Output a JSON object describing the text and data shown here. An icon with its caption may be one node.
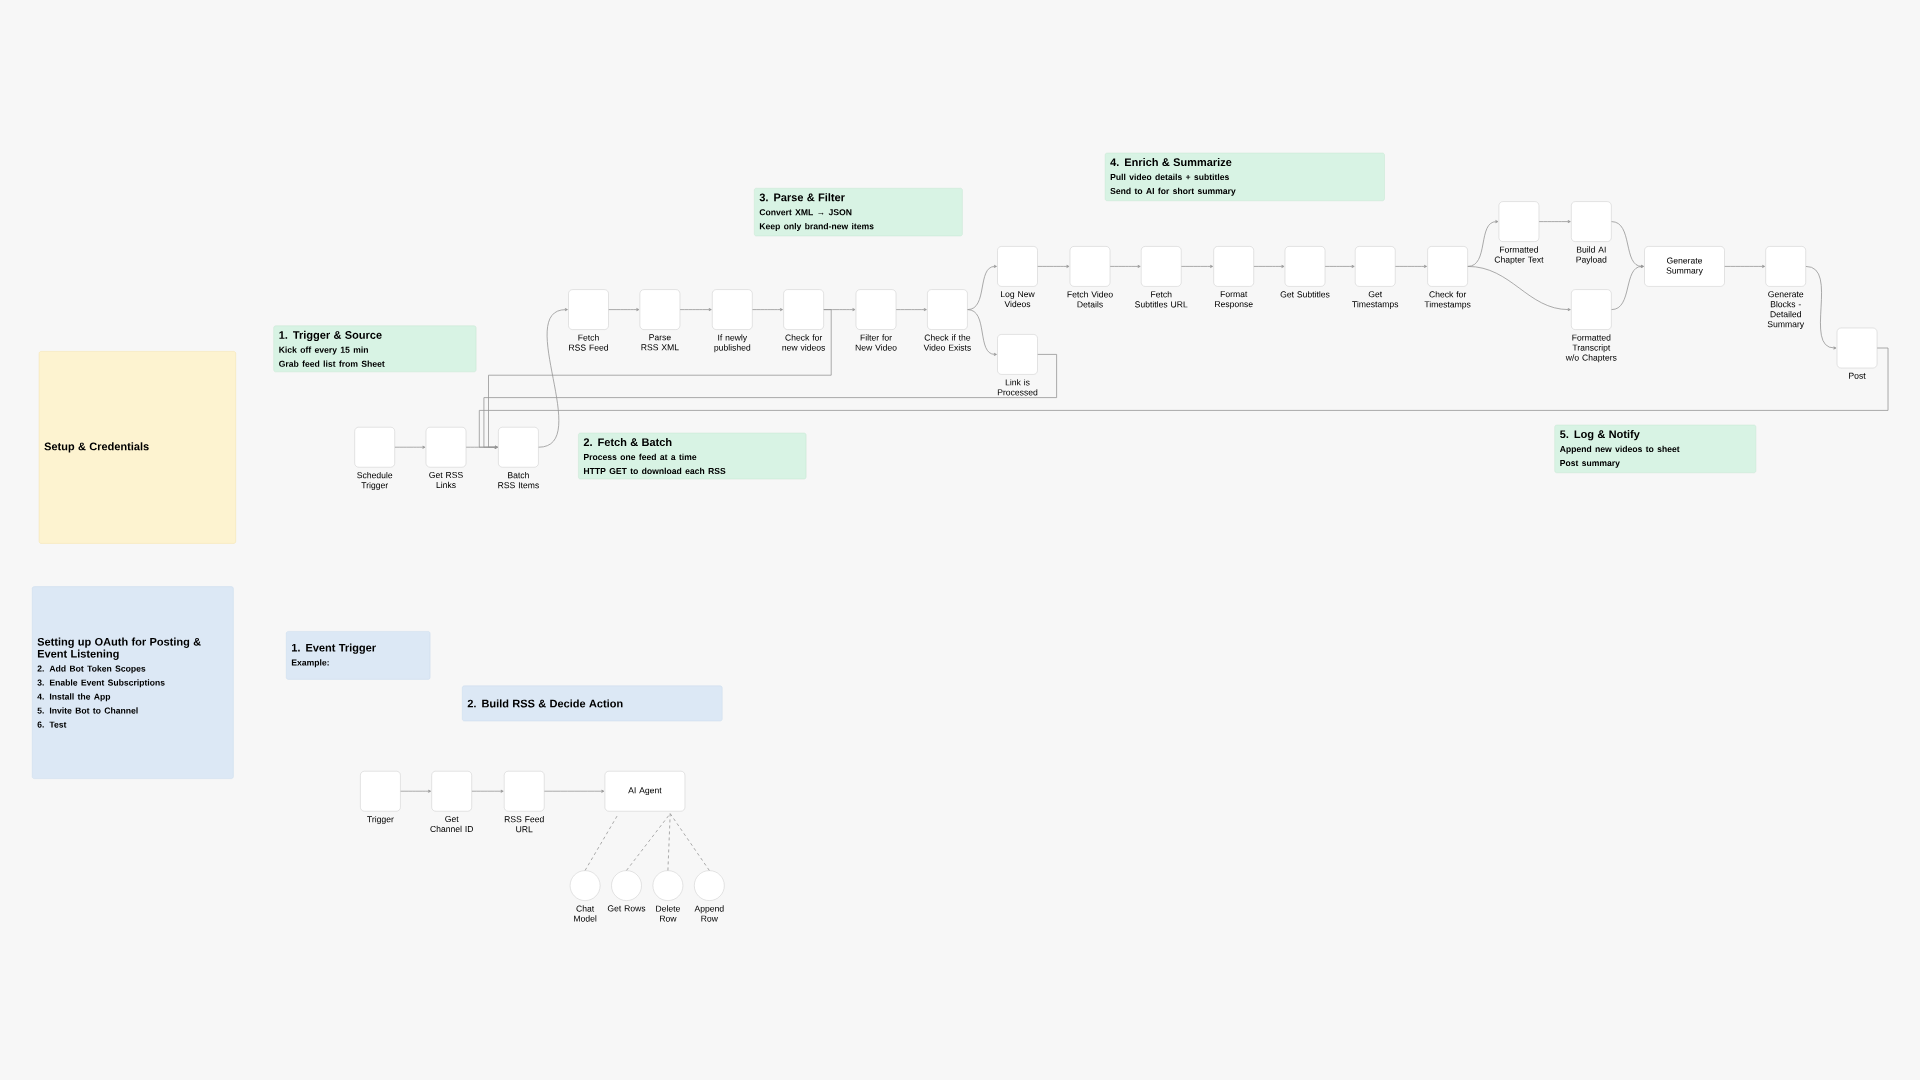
{
  "diagram": {
    "nodes": [
      {
        "text": [
          "Setup & Credentials"
        ]
      },
      {
        "text": [
          "Setting up OAuth for Posting & Event Listening",
          "2. Add Bot Token Scopes",
          "3. Enable Event Subscriptions",
          "4. Install the App",
          "5. Invite Bot to Channel",
          "6. Test"
        ]
      },
      {
        "text": [
          "1. Trigger & Source",
          "Kick off every 15 min",
          "Grab feed list from Sheet"
        ]
      },
      {
        "text": [
          "2. Fetch & Batch",
          "Process one feed at a time",
          "HTTP GET to download each RSS"
        ]
      },
      {
        "text": [
          "3. Parse & Filter",
          "Convert XML → JSON",
          "Keep only brand-new items"
        ]
      },
      {
        "text": [
          "4. Enrich & Summarize",
          "Pull video details + subtitles",
          "Send to AI for short summary"
        ]
      },
      {
        "text": [
          "5. Log & Notify",
          "Append new videos to sheet",
          "Post summary"
        ]
      },
      {
        "text": [
          "1. Event Trigger",
          "Example:"
        ]
      },
      {
        "text": [
          "2. Build RSS & Decide Action"
        ]
      },
      {
        "text": [
          "Schedule Trigger"
        ]
      },
      {
        "text": [
          "Get RSS Links"
        ]
      },
      {
        "text": [
          "Batch RSS Items"
        ]
      },
      {
        "text": [
          "Fetch RSS Feed"
        ]
      },
      {
        "text": [
          "Parse RSS XML"
        ]
      },
      {
        "text": [
          "If newly published"
        ]
      },
      {
        "text": [
          "Check for new videos"
        ]
      },
      {
        "text": [
          "Filter for New Video"
        ]
      },
      {
        "text": [
          "Check if the Video Exists"
        ]
      },
      {
        "text": [
          "Log New Videos"
        ]
      },
      {
        "text": [
          "Link is Processed"
        ]
      },
      {
        "text": [
          "Fetch Video Details"
        ]
      },
      {
        "text": [
          "Fetch Subtitles URL"
        ]
      },
      {
        "text": [
          "Format Response"
        ]
      },
      {
        "text": [
          "Get Subtitles"
        ]
      },
      {
        "text": [
          "Get Timestamps"
        ]
      },
      {
        "text": [
          "Check for Timestamps"
        ]
      },
      {
        "text": [
          "Formatted Chapter Text"
        ]
      },
      {
        "text": [
          "Build AI Payload"
        ]
      },
      {
        "text": [
          "Formatted Transcript w/o Chapters"
        ]
      },
      {
        "text": [
          "Generate Summary"
        ]
      },
      {
        "text": [
          "Generate Blocks - Detailed Summary"
        ]
      },
      {
        "text": [
          "Post"
        ]
      },
      {
        "text": [
          "Trigger"
        ]
      },
      {
        "text": [
          "Get Channel ID"
        ]
      },
      {
        "text": [
          "RSS Feed URL"
        ]
      },
      {
        "text": [
          "AI Agent"
        ]
      },
      {
        "text": [
          "Chat Model"
        ]
      },
      {
        "text": [
          "Get Rows"
        ]
      },
      {
        "text": [
          "Delete Row"
        ]
      },
      {
        "text": [
          "Append Row"
        ]
      }
    ],
    "edges": [
      {
        "from": 9,
        "to": 10,
        "arrow": "to"
      },
      {
        "from": 10,
        "to": 11,
        "arrow": "to"
      },
      {
        "from": 11,
        "to": 12,
        "arrow": "to"
      },
      {
        "from": 12,
        "to": 13,
        "arrow": "to"
      },
      {
        "from": 13,
        "to": 14,
        "arrow": "to"
      },
      {
        "from": 14,
        "to": 15,
        "arrow": "to"
      },
      {
        "from": 15,
        "to": 16,
        "arrow": "to"
      },
      {
        "from": 15,
        "to": 11,
        "arrow": "to"
      },
      {
        "from": 16,
        "to": 17,
        "arrow": "to"
      },
      {
        "from": 17,
        "to": 18,
        "arrow": "to"
      },
      {
        "from": 17,
        "to": 19,
        "arrow": "to"
      },
      {
        "from": 18,
        "to": 20,
        "arrow": "to"
      },
      {
        "from": 19,
        "to": 11,
        "arrow": "to"
      },
      {
        "from": 20,
        "to": 21,
        "arrow": "to"
      },
      {
        "from": 21,
        "to": 22,
        "arrow": "to"
      },
      {
        "from": 22,
        "to": 23,
        "arrow": "to"
      },
      {
        "from": 23,
        "to": 24,
        "arrow": "to"
      },
      {
        "from": 24,
        "to": 25,
        "arrow": "to"
      },
      {
        "from": 25,
        "to": 26,
        "arrow": "to"
      },
      {
        "from": 25,
        "to": 28,
        "arrow": "to"
      },
      {
        "from": 26,
        "to": 27,
        "arrow": "to"
      },
      {
        "from": 27,
        "to": 29,
        "arrow": "to"
      },
      {
        "from": 28,
        "to": 29,
        "arrow": "to"
      },
      {
        "from": 29,
        "to": 30,
        "arrow": "to"
      },
      {
        "from": 30,
        "to": 31,
        "arrow": "to"
      },
      {
        "from": 31,
        "to": 11,
        "arrow": "to"
      },
      {
        "from": 32,
        "to": 33,
        "arrow": "to"
      },
      {
        "from": 33,
        "to": 34,
        "arrow": "to"
      },
      {
        "from": 34,
        "to": 35,
        "arrow": "to"
      },
      {
        "from": 36,
        "to": 35,
        "arrow": "none",
        "style": "dashed"
      },
      {
        "from": 37,
        "to": 35,
        "arrow": "none",
        "style": "dashed"
      },
      {
        "from": 38,
        "to": 35,
        "arrow": "none",
        "style": "dashed"
      },
      {
        "from": 39,
        "to": 35,
        "arrow": "none",
        "style": "dashed"
      }
    ]
  }
}
